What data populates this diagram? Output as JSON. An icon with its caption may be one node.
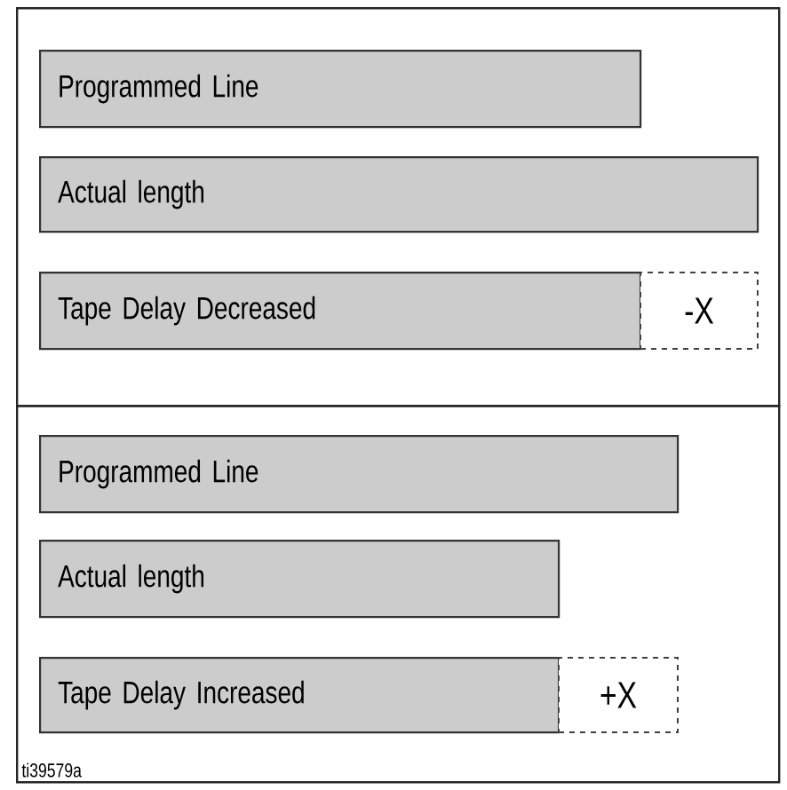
{
  "diagram": {
    "nodes": [
      {
        "text": [],
        "shape": "box"
      },
      {
        "text": [
          "Programmed Line"
        ],
        "in": 0
      },
      {
        "text": [
          "Actual length"
        ],
        "in": 0
      },
      {
        "text": [
          "Tape Delay Decreased"
        ],
        "in": 0
      },
      {
        "text": [
          "-X"
        ],
        "in": 0
      },
      {
        "text": [],
        "shape": "box"
      },
      {
        "text": [
          "Programmed Line"
        ],
        "in": 5
      },
      {
        "text": [
          "Actual length"
        ],
        "in": 5
      },
      {
        "text": [
          "Tape Delay Increased"
        ],
        "in": 5
      },
      {
        "text": [
          "+X"
        ],
        "in": 5
      }
    ],
    "labels": [
      "ti39579a"
    ]
  }
}
